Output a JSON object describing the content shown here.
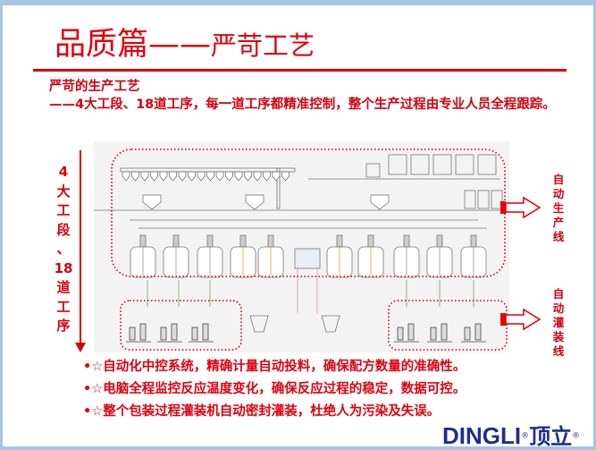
{
  "title": {
    "main": "品质篇",
    "dash": "——",
    "sub": "严苛工艺"
  },
  "intro": {
    "heading": "严苛的生产工艺",
    "body": "——4大工段、18道工序，每一道工序都精准控制，整个生产过程由专业人员全程跟踪。"
  },
  "left_label": [
    "4",
    "大",
    "工",
    "段",
    "、",
    "18",
    "道",
    "工",
    "序"
  ],
  "right_labels": {
    "production_line": [
      "自",
      "动",
      "生",
      "产",
      "线"
    ],
    "filling_line": [
      "自",
      "动",
      "灌",
      "装",
      "线"
    ]
  },
  "bullets": [
    "•☆自动化中控系统，精确计量自动投料，确保配方数量的准确性。",
    "•☆电脑全程监控反应温度变化，确保反应过程的稳定，数据可控。",
    "•☆整个包装过程灌装机自动密封灌装，杜绝人为污染及失误。"
  ],
  "logo": {
    "en": "DINGLI",
    "cn": "顶立",
    "mark": "®"
  },
  "colors": {
    "accent": "#e0000f",
    "logo": "#1c2f8c",
    "frame": "#a9c4e4"
  }
}
